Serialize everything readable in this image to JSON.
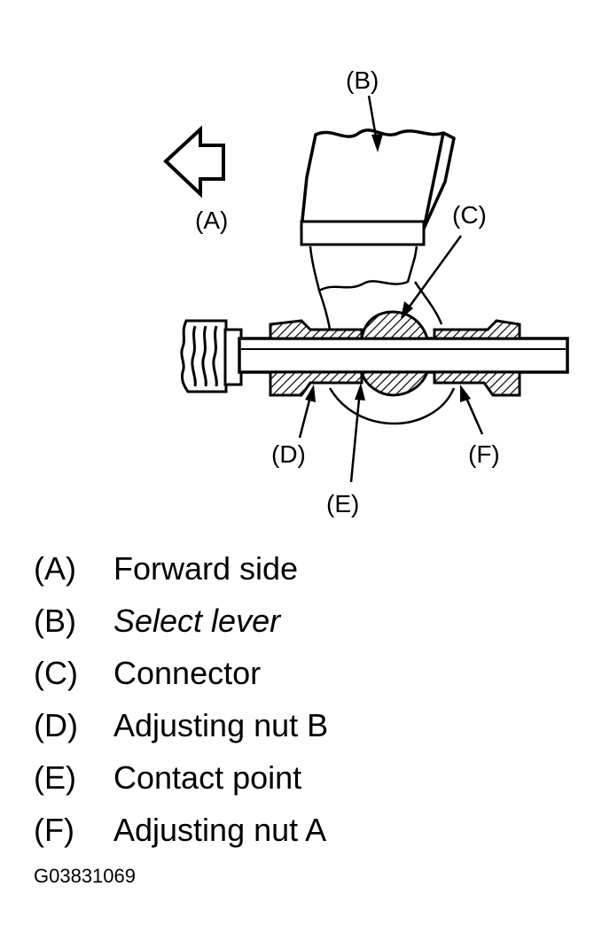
{
  "callouts": {
    "A": "(A)",
    "B": "(B)",
    "C": "(C)",
    "D": "(D)",
    "E": "(E)",
    "F": "(F)"
  },
  "legend": [
    {
      "key": "(A)",
      "text": "Forward side"
    },
    {
      "key": "(B)",
      "text": "Select lever"
    },
    {
      "key": "(C)",
      "text": "Connector"
    },
    {
      "key": "(D)",
      "text": "Adjusting nut B"
    },
    {
      "key": "(E)",
      "text": "Contact point"
    },
    {
      "key": "(F)",
      "text": "Adjusting nut A"
    }
  ],
  "figure_id": "G03831069"
}
